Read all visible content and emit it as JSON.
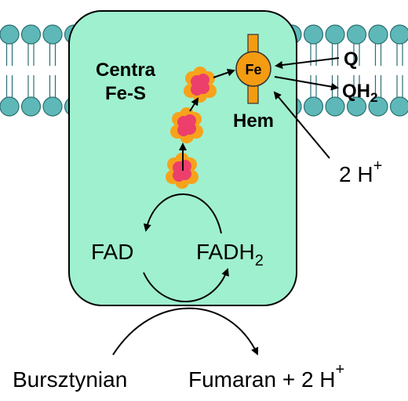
{
  "labels": {
    "centers_line1": "Centra",
    "centers_line2": "Fe-S",
    "fe": "Fe",
    "heme": "Hem",
    "q": "Q",
    "qh2_base": "QH",
    "qh2_sub": "2",
    "protons_in": "2 H",
    "protons_in_sup": "+",
    "fad": "FAD",
    "fadh2_base": "FADH",
    "fadh2_sub": "2",
    "succinate": "Bursztynian",
    "fumarate": "Fumaran + 2 H",
    "fumarate_sup": "+"
  },
  "colors": {
    "membrane_head": "#5fb8b8",
    "membrane_head_stroke": "#2a6f73",
    "protein_fill": "#9ff0cf",
    "cluster_orange": "#f7a21b",
    "cluster_pink": "#ec3f6b",
    "heme_orange": "#f39c12",
    "text": "#000000"
  }
}
